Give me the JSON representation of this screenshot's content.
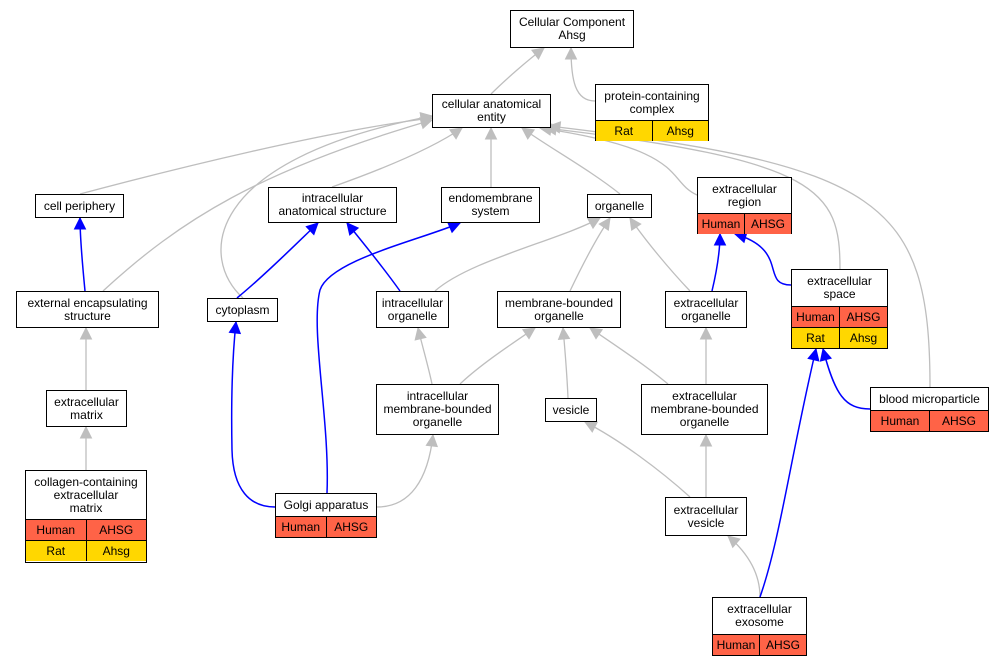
{
  "nodes": {
    "cc": {
      "label": "Cellular Component\nAhsg"
    },
    "pcc": {
      "label": "protein-containing\ncomplex",
      "rows": [
        [
          "Rat",
          "Ahsg"
        ]
      ]
    },
    "cae": {
      "label": "cellular anatomical\nentity"
    },
    "cp": {
      "label": "cell periphery"
    },
    "ias": {
      "label": "intracellular\nanatomical structure"
    },
    "ems": {
      "label": "endomembrane\nsystem"
    },
    "org": {
      "label": "organelle"
    },
    "er": {
      "label": "extracellular\nregion",
      "rows": [
        [
          "Human",
          "AHSG"
        ]
      ]
    },
    "es": {
      "label": "extracellular\nspace",
      "rows": [
        [
          "Human",
          "AHSG"
        ],
        [
          "Rat",
          "Ahsg"
        ]
      ]
    },
    "ees": {
      "label": "external encapsulating\nstructure"
    },
    "cyt": {
      "label": "cytoplasm"
    },
    "io": {
      "label": "intracellular\norganelle"
    },
    "mbo": {
      "label": "membrane-bounded\norganelle"
    },
    "eo": {
      "label": "extracellular\norganelle"
    },
    "em": {
      "label": "extracellular\nmatrix"
    },
    "imbo": {
      "label": "intracellular\nmembrane-bounded\norganelle"
    },
    "ves": {
      "label": "vesicle"
    },
    "embo": {
      "label": "extracellular\nmembrane-bounded\norganelle"
    },
    "bmp": {
      "label": "blood microparticle",
      "rows": [
        [
          "Human",
          "AHSG"
        ]
      ]
    },
    "ccem": {
      "label": "collagen-containing\nextracellular\nmatrix",
      "rows": [
        [
          "Human",
          "AHSG"
        ],
        [
          "Rat",
          "Ahsg"
        ]
      ]
    },
    "ga": {
      "label": "Golgi apparatus",
      "rows": [
        [
          "Human",
          "AHSG"
        ]
      ]
    },
    "ev": {
      "label": "extracellular\nvesicle"
    },
    "exo": {
      "label": "extracellular\nexosome",
      "rows": [
        [
          "Human",
          "AHSG"
        ]
      ]
    }
  },
  "edges": [
    {
      "from": "cae",
      "to": "cc",
      "kind": "is_a"
    },
    {
      "from": "pcc",
      "to": "cc",
      "kind": "is_a"
    },
    {
      "from": "cp",
      "to": "cae",
      "kind": "is_a"
    },
    {
      "from": "ias",
      "to": "cae",
      "kind": "is_a"
    },
    {
      "from": "ems",
      "to": "cae",
      "kind": "is_a"
    },
    {
      "from": "org",
      "to": "cae",
      "kind": "is_a"
    },
    {
      "from": "er",
      "to": "cae",
      "kind": "is_a"
    },
    {
      "from": "es",
      "to": "cae",
      "kind": "is_a"
    },
    {
      "from": "bmp",
      "to": "cae",
      "kind": "is_a"
    },
    {
      "from": "ees",
      "to": "cae",
      "kind": "is_a"
    },
    {
      "from": "cyt",
      "to": "cae",
      "kind": "is_a"
    },
    {
      "from": "ees",
      "to": "cp",
      "kind": "part_of"
    },
    {
      "from": "cyt",
      "to": "ias",
      "kind": "part_of"
    },
    {
      "from": "io",
      "to": "ias",
      "kind": "part_of"
    },
    {
      "from": "ga",
      "to": "ems",
      "kind": "part_of"
    },
    {
      "from": "io",
      "to": "org",
      "kind": "is_a"
    },
    {
      "from": "mbo",
      "to": "org",
      "kind": "is_a"
    },
    {
      "from": "eo",
      "to": "org",
      "kind": "is_a"
    },
    {
      "from": "eo",
      "to": "er",
      "kind": "part_of"
    },
    {
      "from": "es",
      "to": "er",
      "kind": "part_of"
    },
    {
      "from": "em",
      "to": "ees",
      "kind": "is_a"
    },
    {
      "from": "ccem",
      "to": "em",
      "kind": "is_a"
    },
    {
      "from": "imbo",
      "to": "io",
      "kind": "is_a"
    },
    {
      "from": "imbo",
      "to": "mbo",
      "kind": "is_a"
    },
    {
      "from": "ves",
      "to": "mbo",
      "kind": "is_a"
    },
    {
      "from": "embo",
      "to": "mbo",
      "kind": "is_a"
    },
    {
      "from": "embo",
      "to": "eo",
      "kind": "is_a"
    },
    {
      "from": "ga",
      "to": "cyt",
      "kind": "part_of"
    },
    {
      "from": "ga",
      "to": "imbo",
      "kind": "is_a"
    },
    {
      "from": "ev",
      "to": "ves",
      "kind": "is_a"
    },
    {
      "from": "ev",
      "to": "embo",
      "kind": "is_a"
    },
    {
      "from": "exo",
      "to": "ev",
      "kind": "is_a"
    },
    {
      "from": "exo",
      "to": "es",
      "kind": "part_of"
    },
    {
      "from": "bmp",
      "to": "es",
      "kind": "part_of"
    }
  ],
  "colors": {
    "is_a_edge": "#bebebe",
    "part_of_edge": "#0000ff",
    "human_row": "#ff6347",
    "rat_row": "#ffd700"
  }
}
